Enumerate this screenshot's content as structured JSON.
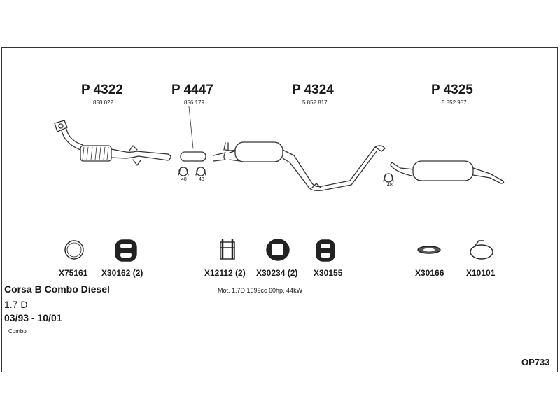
{
  "parts": [
    {
      "number": "P 4322",
      "ref": "858 022"
    },
    {
      "number": "P 4447",
      "ref": "856 179"
    },
    {
      "number": "P 4324",
      "ref": "5 852 817"
    },
    {
      "number": "P 4325",
      "ref": "5 852 957"
    }
  ],
  "clamp_labels": [
    "48",
    "48",
    "48"
  ],
  "accessories": [
    {
      "code": "X75161",
      "icon": "ring-gasket-icon"
    },
    {
      "code": "X30162 (2)",
      "icon": "rubber-hanger-icon"
    },
    {
      "code": "X12112 (2)",
      "icon": "u-bolt-clamp-icon"
    },
    {
      "code": "X30234 (2)",
      "icon": "round-mount-icon"
    },
    {
      "code": "X30155",
      "icon": "rubber-hanger-icon"
    },
    {
      "code": "X30166",
      "icon": "flat-gasket-icon"
    },
    {
      "code": "X10101",
      "icon": "spring-clip-icon"
    }
  ],
  "vehicle": {
    "model": "Corsa B Combo Diesel",
    "engine": "1.7 D",
    "years": "03/93 - 10/01",
    "body": "Combo"
  },
  "motor_spec": "Mot. 1.7D 1699cc 60hp, 44kW",
  "sheet_code": "OP733"
}
